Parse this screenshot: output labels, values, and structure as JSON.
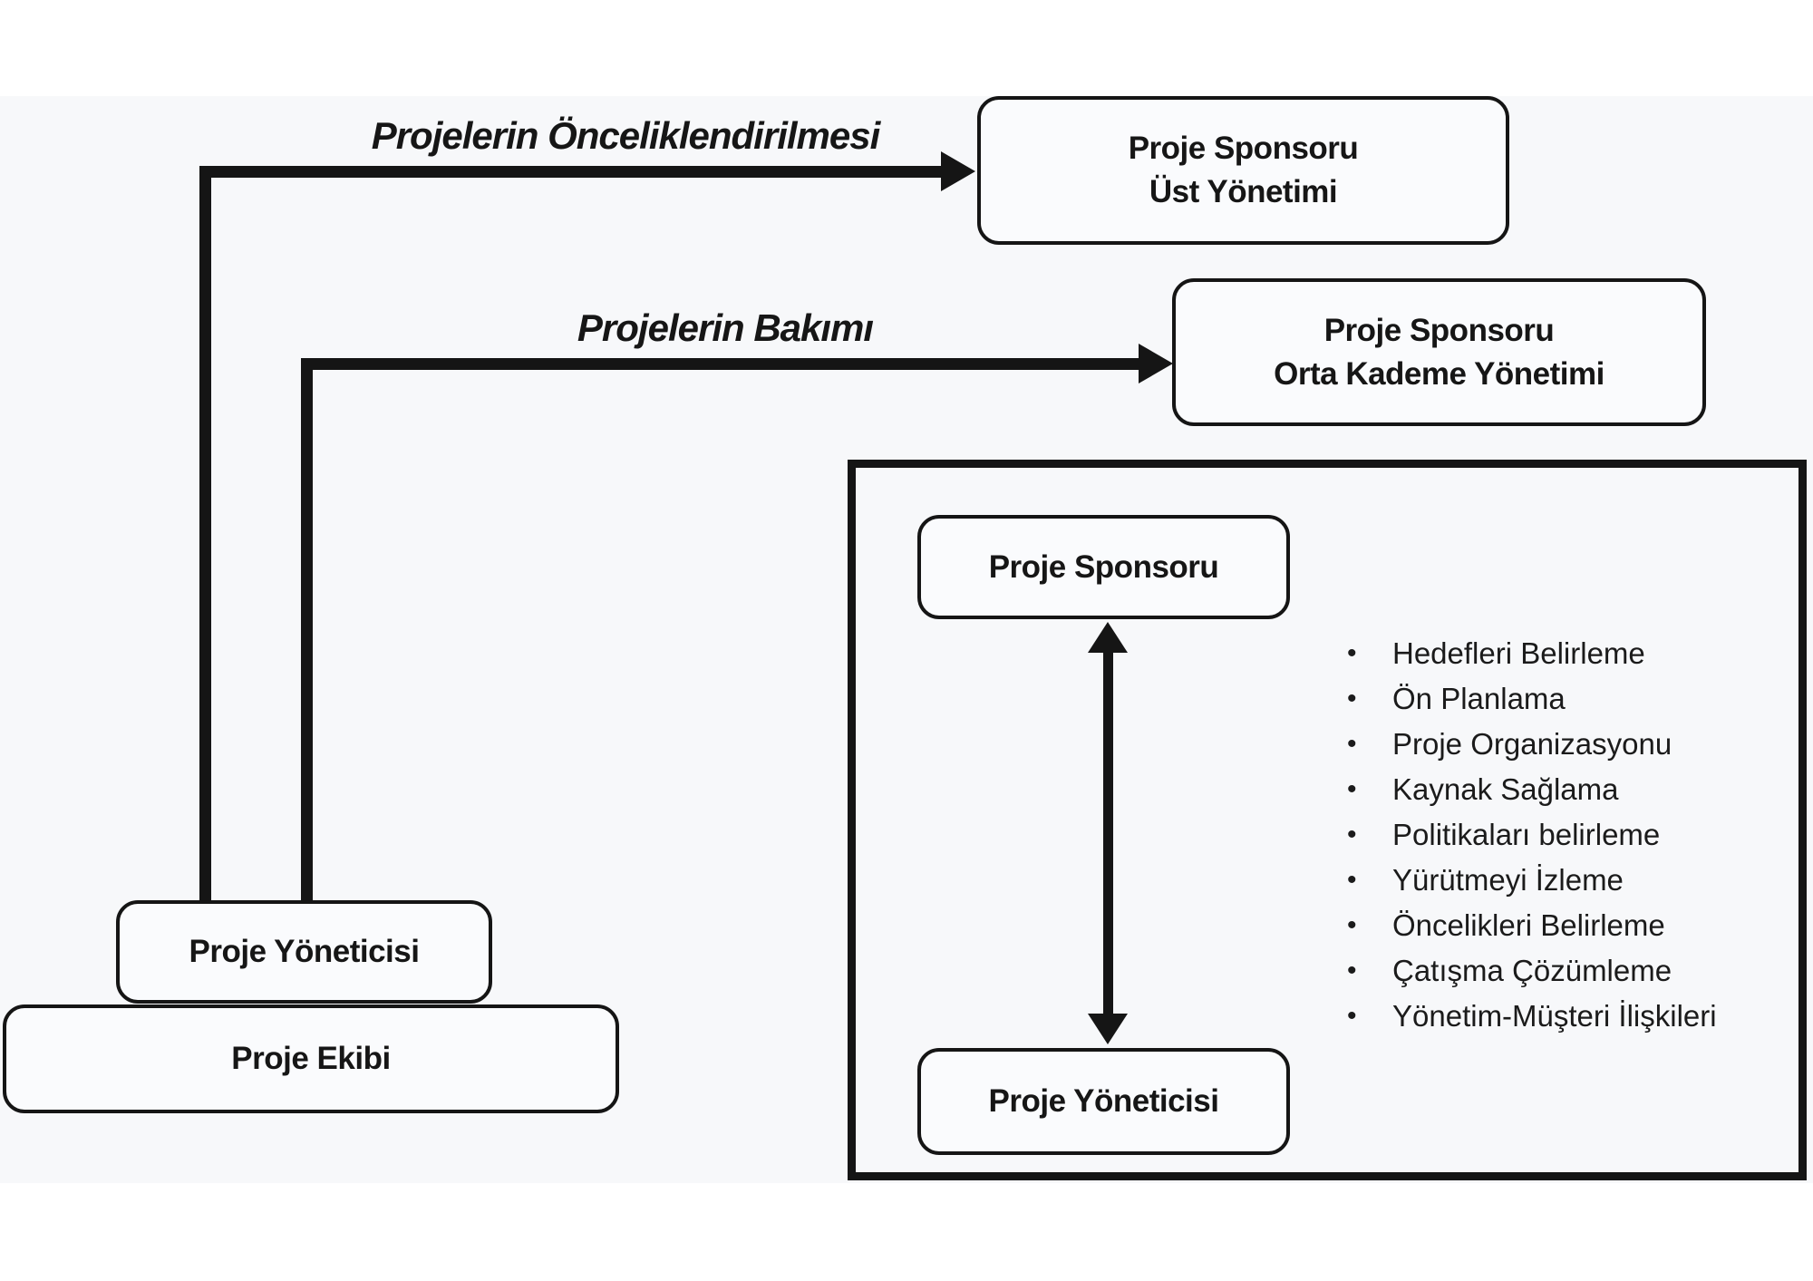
{
  "diagram": {
    "arrows": {
      "priority": {
        "label": "Projelerin Önceliklendirilmesi"
      },
      "maintenance": {
        "label": "Projelerin Bakımı"
      }
    },
    "boxes": {
      "top_sponsor": {
        "line1": "Proje Sponsoru",
        "line2": "Üst Yönetimi"
      },
      "mid_sponsor": {
        "line1": "Proje Sponsoru",
        "line2": "Orta Kademe Yönetimi"
      },
      "inner_sponsor": {
        "label": "Proje Sponsoru"
      },
      "inner_manager": {
        "label": "Proje Yöneticisi"
      },
      "left_manager": {
        "label": "Proje Yöneticisi"
      },
      "team": {
        "label": "Proje Ekibi"
      }
    },
    "sponsor_duties": [
      "Hedefleri Belirleme",
      "Ön Planlama",
      "Proje Organizasyonu",
      "Kaynak Sağlama",
      "Politikaları belirleme",
      "Yürütmeyi İzleme",
      "Öncelikleri Belirleme",
      "Çatışma Çözümleme",
      "Yönetim-Müşteri İlişkileri"
    ],
    "bullet_glyph": "•",
    "colors": {
      "line": "#151515",
      "background_band": "#f7f8fa",
      "box_fill": "#fafbfd"
    }
  }
}
